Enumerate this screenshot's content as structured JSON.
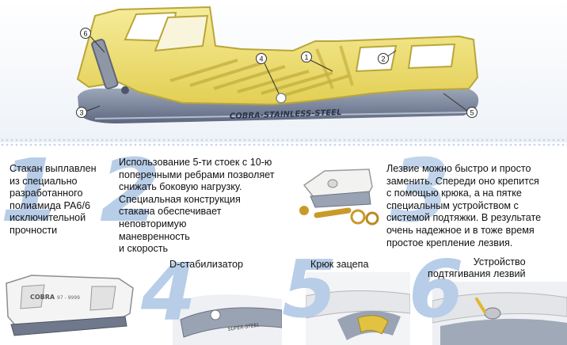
{
  "diagram": {
    "callouts": [
      "1",
      "2",
      "3",
      "4",
      "5",
      "6"
    ],
    "blade_text": "COBRA-STAINLESS-STEEL"
  },
  "features": [
    {
      "number": "1",
      "text": "Стакан выплавлен\nиз специально\nразработанного\nполиамида РА6/6\nисключительной\nпрочности"
    },
    {
      "number": "2",
      "text": "Использование 5-ти стоек с  10-ю\nпоперечными ребрами позволяет\nснижать боковую нагрузку.\nСпециальная конструкция\nстакана обеспечивает\nнеповторимую\nманевренность\nи скорость"
    },
    {
      "number": "3",
      "text": "Лезвие можно быстро и просто\nзаменить. Спереди оно крепится\nс помощью крюка, а на пятке\nспециальным устройством с\nсистемой подтяжки. В результате\nочень надежное и в тоже время\nпростое крепление лезвия."
    },
    {
      "number": "4",
      "label": "D-стабилизатор"
    },
    {
      "number": "5",
      "label": "Крюк зацепа"
    },
    {
      "number": "6",
      "label": "Устройство\nподтягивания лезвий"
    }
  ],
  "photo_text": {
    "holder_logo": "COBRA",
    "holder_code": "97 - 9999",
    "blade_small": "SUPER-STEEL"
  },
  "colors": {
    "holder_yellow": "#efe07a",
    "blade_gray": "#7e8a9f",
    "number_blue": "#b7cde8"
  }
}
